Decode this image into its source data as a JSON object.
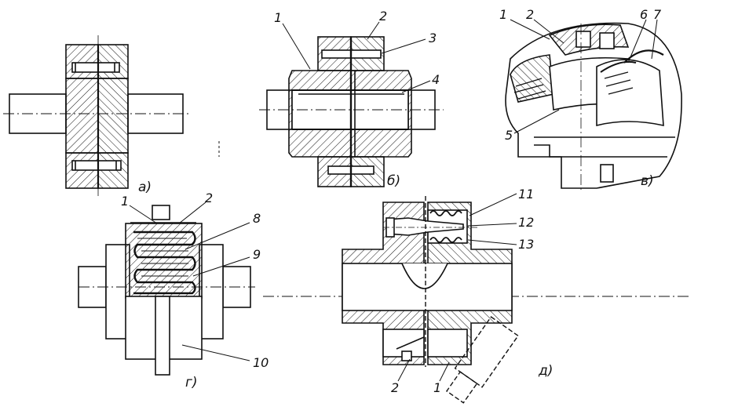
{
  "figure": {
    "panels": {
      "a": {
        "caption": "а)"
      },
      "b": {
        "caption": "б)",
        "callouts": [
          "1",
          "2",
          "3",
          "4"
        ]
      },
      "v": {
        "caption": "в)",
        "callouts": [
          "1",
          "2",
          "6",
          "7",
          "5"
        ]
      },
      "g": {
        "caption": "г)",
        "callouts": [
          "1",
          "2",
          "8",
          "9",
          "10"
        ]
      },
      "d": {
        "caption": "д)",
        "callouts": [
          "11",
          "12",
          "13",
          "2",
          "1"
        ]
      }
    }
  },
  "colors": {
    "ink": "#111111",
    "paper": "#ffffff"
  }
}
